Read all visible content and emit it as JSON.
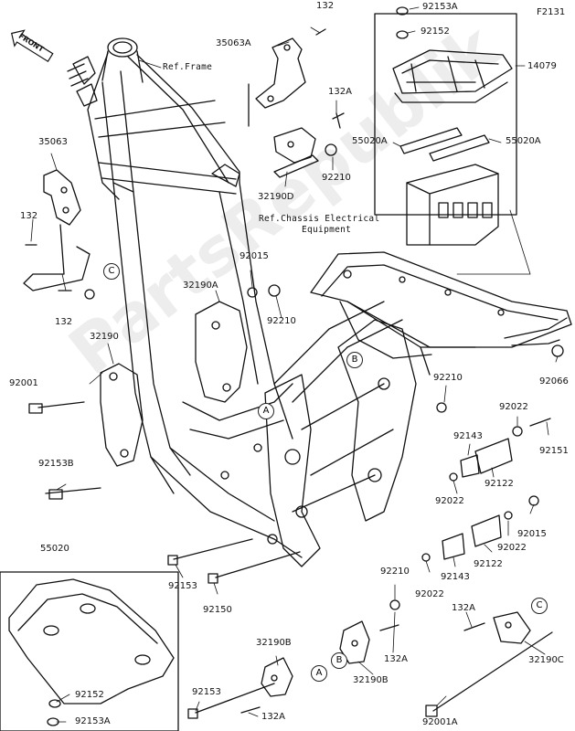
{
  "diagram_code": "F2131",
  "watermark": "PartsRepublik",
  "front_label": "FRONT",
  "callouts": {
    "a": "A",
    "b": "B",
    "c": "C"
  },
  "refs": {
    "frame": "Ref.Frame",
    "chassis_line1": "Ref.Chassis Electrical",
    "chassis_line2": "Equipment"
  },
  "parts": {
    "p132_top": "132",
    "p35063A": "35063A",
    "p92153A_top": "92153A",
    "p92152_top": "92152",
    "p14079": "14079",
    "p132A_top": "132A",
    "p35063": "35063",
    "p55020A_left": "55020A",
    "p55020A_right": "55020A",
    "p92210_a": "92210",
    "p32190D": "32190D",
    "p132_left": "132",
    "p132_left2": "132",
    "p92015_top": "92015",
    "p32190A": "32190A",
    "p92210_b": "92210",
    "p32190": "32190",
    "p92001": "92001",
    "p92066": "92066",
    "p92210_c": "92210",
    "p92022_a": "92022",
    "p92143_a": "92143",
    "p92151": "92151",
    "p92153B": "92153B",
    "p92122_a": "92122",
    "p92022_b": "92022",
    "p92015_b": "92015",
    "p92022_c": "92022",
    "p92122_b": "92122",
    "p55020": "55020",
    "p92153_mid": "92153",
    "p92143_b": "92143",
    "p92022_d": "92022",
    "p92150": "92150",
    "p92210_d": "92210",
    "p132A_right": "132A",
    "p32190B_top": "32190B",
    "p132A_mid": "132A",
    "p32190B_bot": "32190B",
    "p32190C": "32190C",
    "p92152_bot": "92152",
    "p92153_bot": "92153",
    "p132A_bot": "132A",
    "p92153A_bot": "92153A",
    "p92001A": "92001A"
  }
}
